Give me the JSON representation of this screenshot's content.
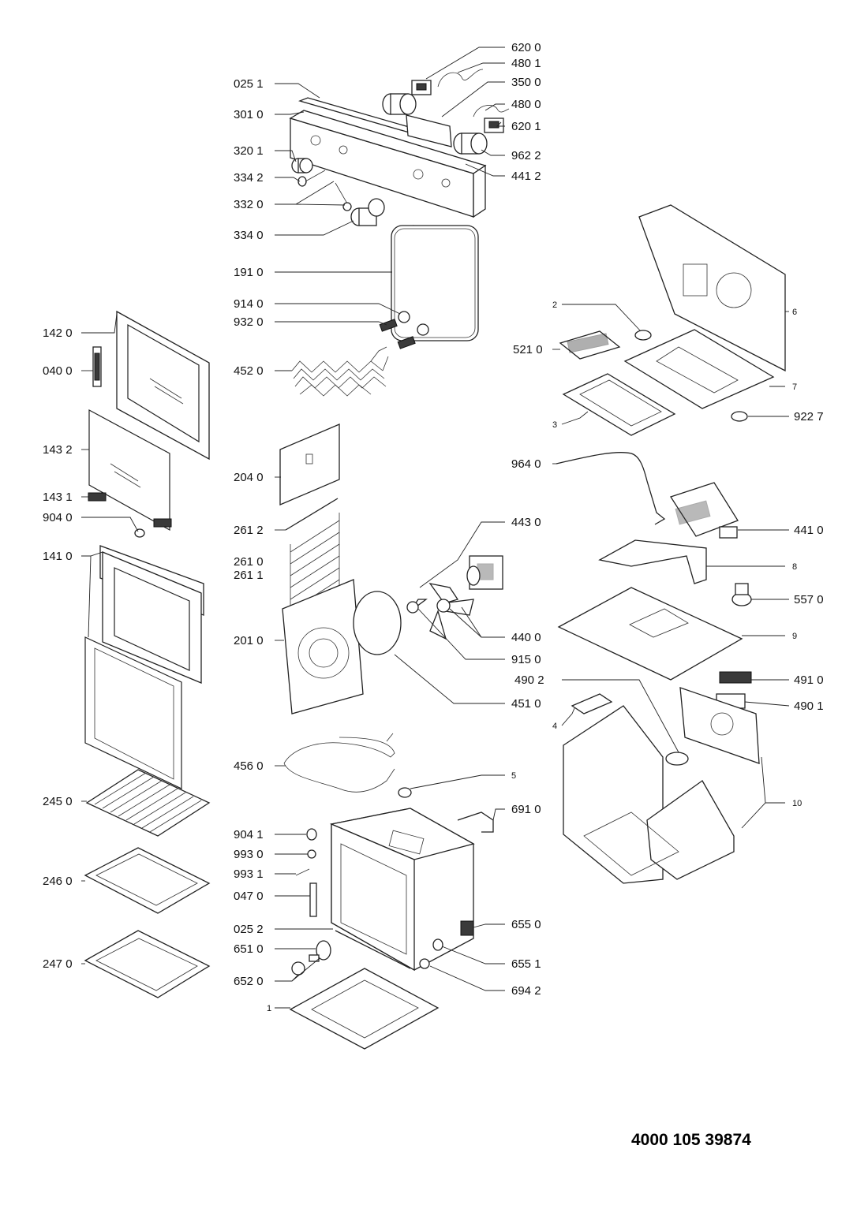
{
  "document_number": "4000 105 39874",
  "callouts": {
    "c6200": "620 0",
    "c4801": "480 1",
    "c0251": "025 1",
    "c3500": "350 0",
    "c4800": "480 0",
    "c3010": "301 0",
    "c6201": "620 1",
    "c3201": "320 1",
    "c9622": "962 2",
    "c3342": "334 2",
    "c4412": "441 2",
    "c3320": "332 0",
    "c3340": "334 0",
    "c1910": "191 0",
    "c2": "2",
    "c6": "6",
    "c9140": "914 0",
    "c9320": "932 0",
    "c1420": "142 0",
    "c5210": "521 0",
    "c0400": "040 0",
    "c4520": "452 0",
    "c7": "7",
    "c9227": "922 7",
    "c3": "3",
    "c1432": "143 2",
    "c9640": "964 0",
    "c2040": "204 0",
    "c1431": "143 1",
    "c9040": "904 0",
    "c2612": "261 2",
    "c4430": "443 0",
    "c4410": "441 0",
    "c1410": "141 0",
    "c2610": "261 0",
    "c2611": "261 1",
    "c8": "8",
    "c5570": "557 0",
    "c2010": "201 0",
    "c4400": "440 0",
    "c9": "9",
    "c9150": "915 0",
    "c4902": "490 2",
    "c4910": "491 0",
    "c4510": "451 0",
    "c4901": "490 1",
    "c4": "4",
    "c4560": "456 0",
    "c5": "5",
    "c2450": "245 0",
    "c6910": "691 0",
    "c10": "10",
    "c9041": "904 1",
    "c9930": "993 0",
    "c9931": "993 1",
    "c0470": "047 0",
    "c2460": "246 0",
    "c0252": "025 2",
    "c6550": "655 0",
    "c6510": "651 0",
    "c6551": "655 1",
    "c2470": "247 0",
    "c6520": "652 0",
    "c6942": "694 2",
    "c1": "1"
  }
}
